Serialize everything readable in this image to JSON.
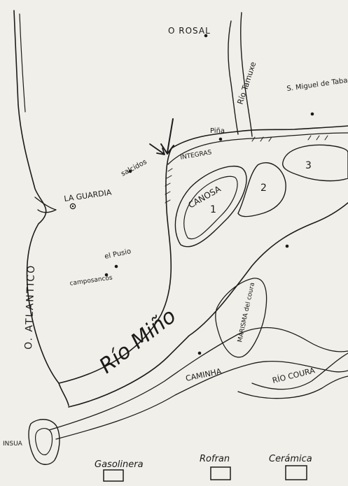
{
  "map": {
    "ocean_label": "O. ATLANTICO",
    "river_main": "Río Miño",
    "river_tamuxe": "Río Tamuxe",
    "river_coura": "RÍO COURA",
    "places": {
      "rosal": "O ROSAL",
      "tabagon": "S. Miguel de Tabagón",
      "pinta": "Piña",
      "salcidos": "salcidos",
      "guardia": "LA GUARDIA",
      "el_pusio": "el Pusio",
      "camposancos": "camposancos",
      "caminha": "CAMINHA",
      "insua": "INSUA"
    },
    "islands": {
      "canosa": "CANOSA",
      "canosa_no": "1",
      "island2_no": "2",
      "island3_no": "3",
      "morgadanes": "INTEGRAS"
    },
    "marsh_label": "MARISMA del coura"
  },
  "legend": {
    "item1": "Gasolinera",
    "item2": "Rofran",
    "item3": "Cerámica"
  }
}
